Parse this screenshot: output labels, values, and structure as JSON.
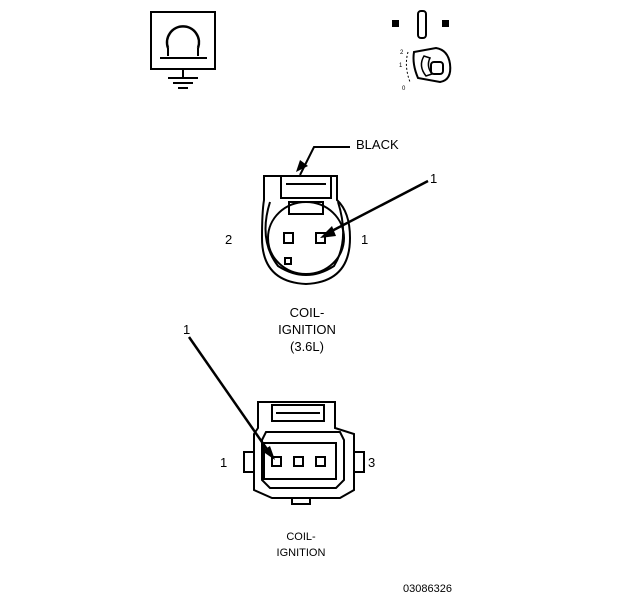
{
  "symbols": {
    "ground_icon": "ground-symbol-icon",
    "ignition_icon": "ignition-switch-icon",
    "ignition_positions": [
      "2",
      "1",
      "0"
    ]
  },
  "connector_top": {
    "color_label": "BLACK",
    "callout": "1",
    "pin_left": "2",
    "pin_right": "1",
    "caption_line1": "COIL-",
    "caption_line2": "IGNITION",
    "caption_line3": "(3.6L)"
  },
  "connector_bottom": {
    "callout": "1",
    "pin_left": "1",
    "pin_right": "3",
    "caption_line1": "COIL-",
    "caption_line2": "IGNITION"
  },
  "figure_id": "03086326"
}
